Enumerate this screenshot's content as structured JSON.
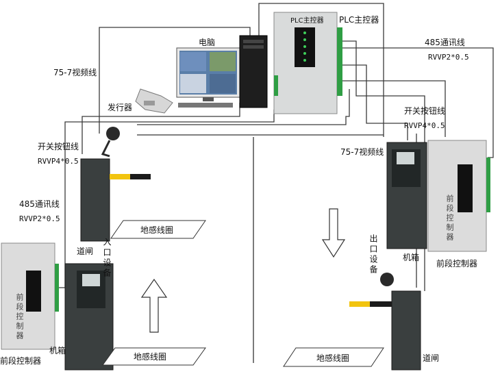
{
  "labels": {
    "computer": "电脑",
    "plc_title": "PLC主控器",
    "plc_panel": "PLC主控器",
    "video_line_1": "75-7视频线",
    "video_line_2": "75-7视频线",
    "card_dispenser": "发行器",
    "switch_button_1": "开关按钮线",
    "switch_button_1_spec": "RVVP4*0.5",
    "switch_button_2": "开关按钮线",
    "switch_button_2_spec": "RVVP4*0.5",
    "comm_485_1": "485通讯线",
    "comm_485_1_spec": "RVVP2*0.5",
    "comm_485_2": "485通讯线",
    "comm_485_2_spec": "RVVP2*0.5",
    "barrier_left": "道闸",
    "barrier_right": "道闸",
    "entrance_device": "入口设备",
    "exit_device": "出口设备",
    "loop_1": "地感线圈",
    "loop_2": "地感线圈",
    "loop_3": "地感线圈",
    "cabinet_left": "机箱",
    "cabinet_right": "机箱",
    "front_controller_left": "前段控制器",
    "front_controller_right": "前段控制器",
    "controller_box_text": "前段控制器"
  },
  "colors": {
    "wire": "#3a3a3a",
    "cabinet": "#3a3f3f",
    "cabinet_dark": "#222727",
    "controller_box": "#dcdcdc",
    "plc_body": "#d9dbdb",
    "led_panel": "#111111",
    "led_green": "#3ecf5a",
    "terminal_green": "#2f9e44",
    "barrier_yellow": "#f2c40f",
    "barrier_black": "#1b1b1b",
    "monitor_screen": "#5a7ea8"
  }
}
